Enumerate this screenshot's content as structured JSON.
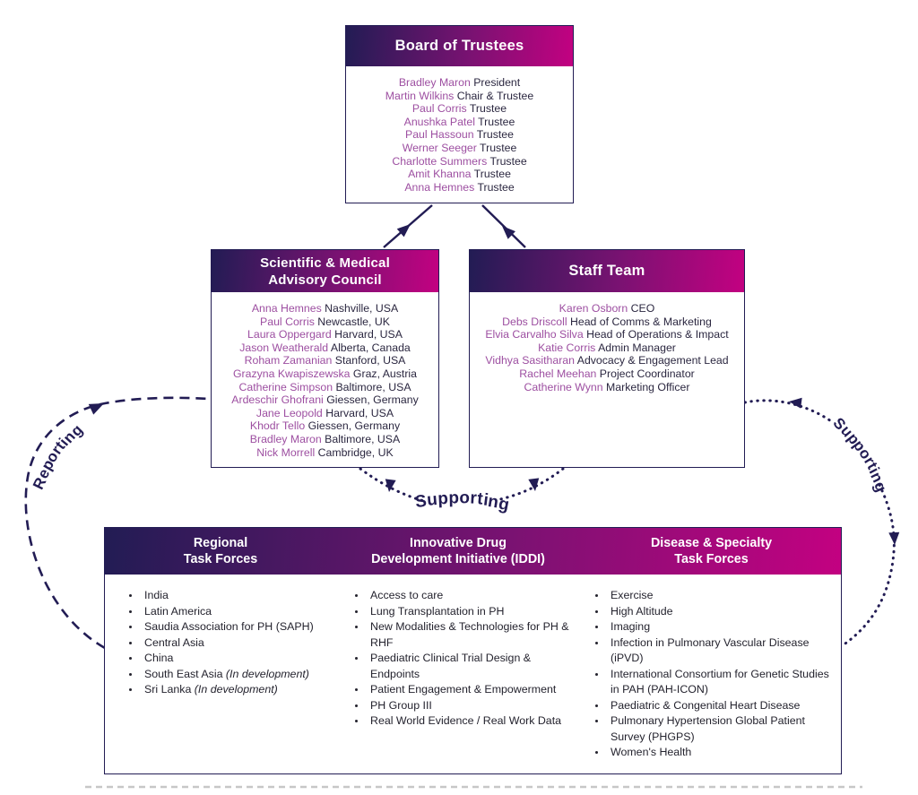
{
  "colors": {
    "navy": "#221c54",
    "magenta": "#c30181",
    "gradient_mid": "#7a1272",
    "name_purple": "#9d4fa1",
    "text_dark": "#2b2740",
    "list_text": "#24232e"
  },
  "labels": {
    "reporting": "Reporting",
    "supporting_center": "Supporting",
    "supporting_right": "Supporting"
  },
  "org": {
    "board": {
      "title": "Board of Trustees",
      "members": [
        {
          "name": "Bradley Maron",
          "role": "President"
        },
        {
          "name": "Martin Wilkins",
          "role": "Chair & Trustee"
        },
        {
          "name": "Paul Corris",
          "role": "Trustee"
        },
        {
          "name": "Anushka Patel",
          "role": "Trustee"
        },
        {
          "name": "Paul Hassoun",
          "role": "Trustee"
        },
        {
          "name": "Werner Seeger",
          "role": "Trustee"
        },
        {
          "name": "Charlotte Summers",
          "role": "Trustee"
        },
        {
          "name": "Amit Khanna",
          "role": "Trustee"
        },
        {
          "name": "Anna Hemnes",
          "role": "Trustee"
        }
      ]
    },
    "council": {
      "title_lines": [
        "Scientific & Medical",
        "Advisory Council"
      ],
      "members": [
        {
          "name": "Anna Hemnes",
          "role": "Nashville, USA"
        },
        {
          "name": "Paul Corris",
          "role": "Newcastle, UK"
        },
        {
          "name": "Laura Oppergard",
          "role": "Harvard, USA"
        },
        {
          "name": "Jason Weatherald",
          "role": "Alberta, Canada"
        },
        {
          "name": "Roham Zamanian",
          "role": "Stanford, USA"
        },
        {
          "name": "Grazyna Kwapiszewska",
          "role": "Graz, Austria"
        },
        {
          "name": "Catherine Simpson",
          "role": "Baltimore, USA"
        },
        {
          "name": "Ardeschir Ghofrani",
          "role": "Giessen, Germany"
        },
        {
          "name": "Jane Leopold",
          "role": "Harvard, USA"
        },
        {
          "name": "Khodr Tello",
          "role": "Giessen, Germany"
        },
        {
          "name": "Bradley Maron",
          "role": "Baltimore, USA"
        },
        {
          "name": "Nick Morrell",
          "role": "Cambridge, UK"
        }
      ]
    },
    "staff": {
      "title": "Staff Team",
      "members": [
        {
          "name": "Karen Osborn",
          "role": "CEO"
        },
        {
          "name": "Debs Driscoll",
          "role": "Head of Comms & Marketing"
        },
        {
          "name": "Elvia Carvalho Silva",
          "role": "Head of Operations & Impact"
        },
        {
          "name": "Katie Corris",
          "role": "Admin Manager"
        },
        {
          "name": "Vidhya Sasitharan",
          "role": "Advocacy & Engagement Lead"
        },
        {
          "name": "Rachel Meehan",
          "role": "Project Coordinator"
        },
        {
          "name": "Catherine Wynn",
          "role": "Marketing Officer"
        }
      ]
    },
    "task_forces": {
      "columns": [
        {
          "title_lines": [
            "Regional",
            "Task Forces"
          ],
          "items": [
            {
              "text": "India"
            },
            {
              "text": "Latin America"
            },
            {
              "text": "Saudia Association for PH (SAPH)"
            },
            {
              "text": "Central Asia"
            },
            {
              "text": "China"
            },
            {
              "text": "South East Asia",
              "note": "(In development)"
            },
            {
              "text": "Sri Lanka",
              "note": "(In development)"
            }
          ]
        },
        {
          "title_lines": [
            "Innovative Drug",
            "Development Initiative (IDDI)"
          ],
          "items": [
            {
              "text": "Access to care"
            },
            {
              "text": "Lung Transplantation in PH"
            },
            {
              "text": "New Modalities & Technologies for PH & RHF"
            },
            {
              "text": "Paediatric Clinical Trial Design & Endpoints"
            },
            {
              "text": "Patient Engagement & Empowerment"
            },
            {
              "text": "PH Group III"
            },
            {
              "text": "Real World Evidence / Real Work Data"
            }
          ]
        },
        {
          "title_lines": [
            "Disease & Specialty",
            "Task Forces"
          ],
          "items": [
            {
              "text": "Exercise"
            },
            {
              "text": "High Altitude"
            },
            {
              "text": "Imaging"
            },
            {
              "text": "Infection in Pulmonary Vascular Disease (iPVD)"
            },
            {
              "text": "International Consortium for Genetic Studies in PAH (PAH-ICON)"
            },
            {
              "text": "Paediatric & Congenital Heart Disease"
            },
            {
              "text": "Pulmonary Hypertension Global Patient Survey (PHGPS)"
            },
            {
              "text": "Women's Health"
            }
          ]
        }
      ]
    }
  }
}
